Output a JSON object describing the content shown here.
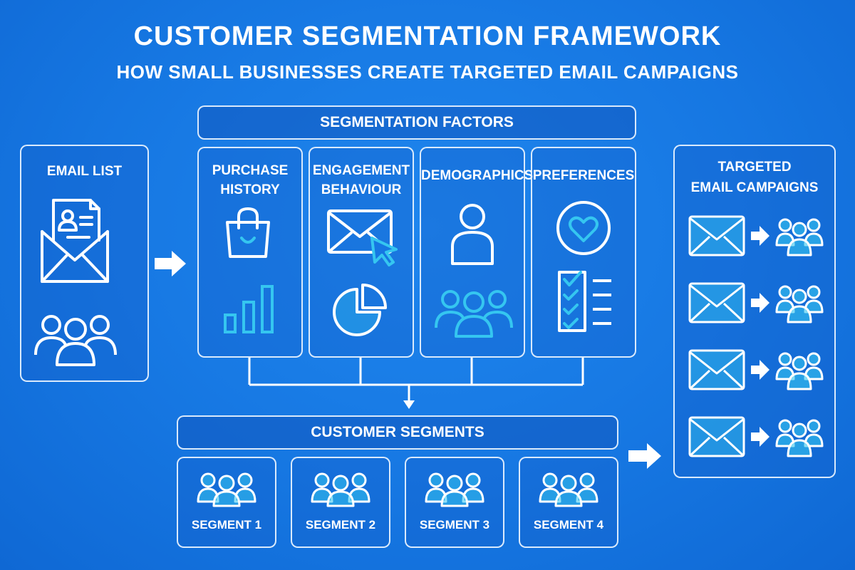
{
  "title": "CUSTOMER SEGMENTATION FRAMEWORK",
  "subtitle": "HOW SMALL BUSINESSES CREATE TARGETED EMAIL CAMPAIGNS",
  "email_list": {
    "label": "EMAIL LIST",
    "icons": [
      "envelope-document-icon",
      "people-group-icon"
    ]
  },
  "factors": {
    "header": "SEGMENTATION FACTORS",
    "items": [
      {
        "line1": "PURCHASE",
        "line2": "HISTORY",
        "icons": [
          "shopping-bag-icon",
          "bar-chart-icon"
        ]
      },
      {
        "line1": "ENGAGEMENT",
        "line2": "BEHAVIOUR",
        "icons": [
          "email-click-icon",
          "pie-chart-icon"
        ]
      },
      {
        "line1": "DEMOGRAPHICS",
        "line2": "",
        "icons": [
          "person-icon",
          "people-group-icon"
        ]
      },
      {
        "line1": "PREFERENCES",
        "line2": "",
        "icons": [
          "heart-icon",
          "checklist-icon"
        ]
      }
    ]
  },
  "segments": {
    "header": "CUSTOMER SEGMENTS",
    "items": [
      {
        "label": "SEGMENT 1"
      },
      {
        "label": "SEGMENT 2"
      },
      {
        "label": "SEGMENT 3"
      },
      {
        "label": "SEGMENT 4"
      }
    ]
  },
  "campaigns": {
    "line1": "TARGETED",
    "line2": "EMAIL CAMPAIGNS",
    "rows": 4
  },
  "colors": {
    "background": "#1677e2",
    "outline": "#ebf5ff",
    "accent": "#35c6f0"
  }
}
